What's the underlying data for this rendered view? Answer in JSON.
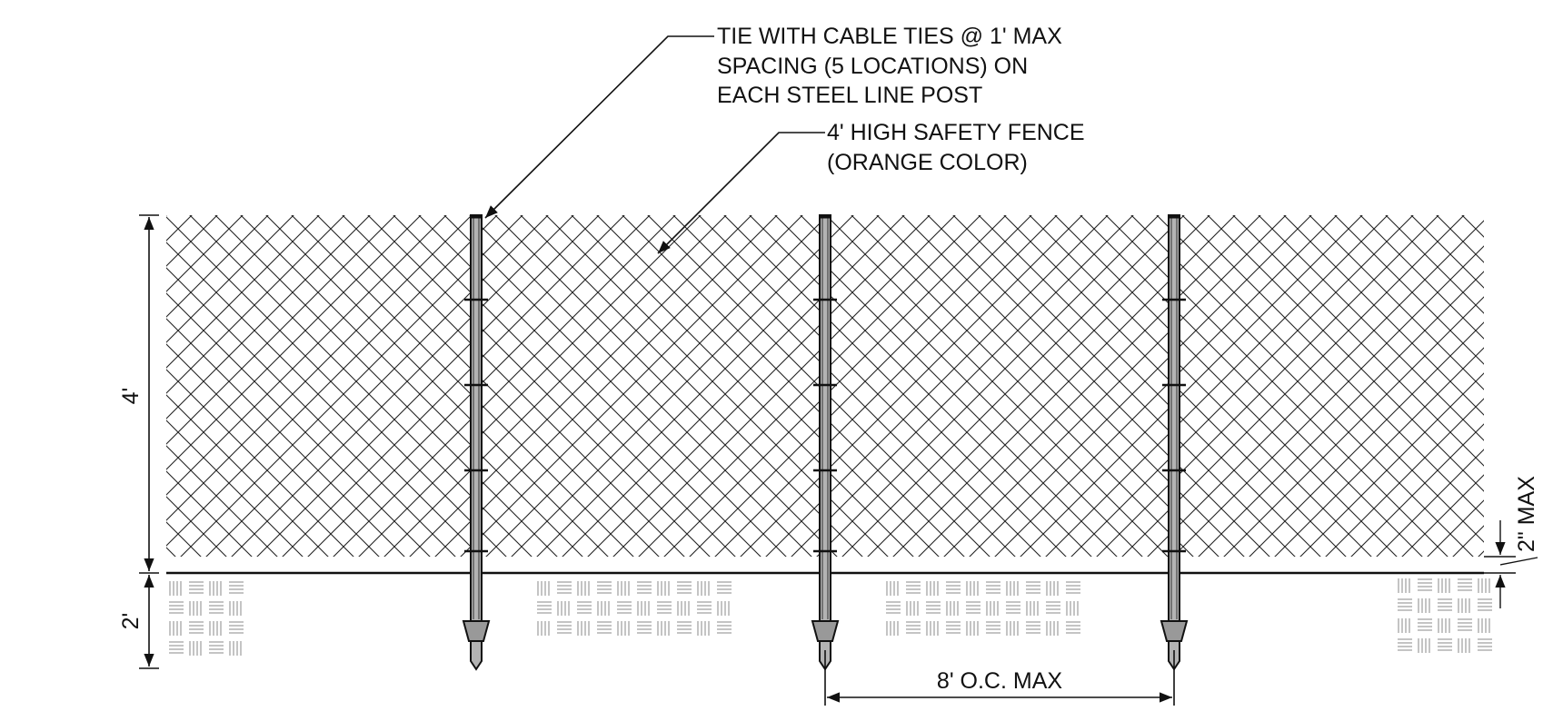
{
  "diagram": {
    "callouts": {
      "cable_ties": {
        "lines": [
          "TIE WITH CABLE TIES @ 1' MAX",
          "SPACING (5 LOCATIONS) ON",
          "EACH STEEL LINE POST"
        ]
      },
      "safety_fence": {
        "lines": [
          "4' HIGH SAFETY FENCE",
          "(ORANGE COLOR)"
        ]
      }
    },
    "dimensions": {
      "fence_height": "4'",
      "embedment_depth": "2'",
      "post_spacing": "8' O.C. MAX",
      "bottom_gap": "2\" MAX"
    },
    "colors": {
      "linework": "#111111",
      "mesh": "#222222",
      "post_fill": "#b3b3b3",
      "soil_hatch": "#888888"
    }
  }
}
